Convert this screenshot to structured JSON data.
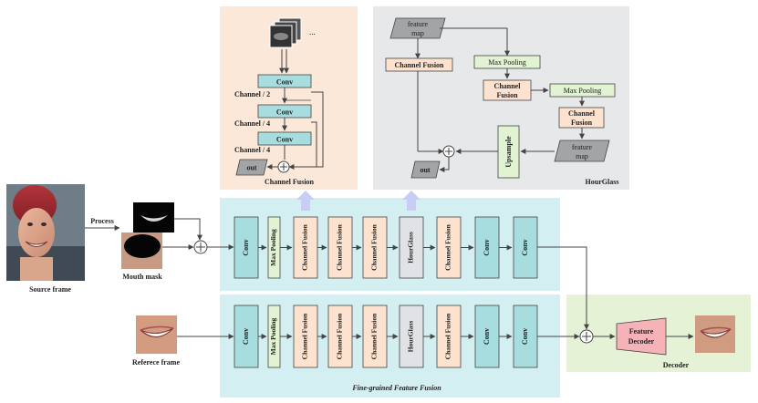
{
  "channel_fusion_panel": {
    "title": "Channel Fusion",
    "ellipsis": "...",
    "conv": "Conv",
    "channel_half": "Channel / 2",
    "channel_quarter_a": "Channel / 4",
    "channel_quarter_b": "Channel / 4",
    "out": "out"
  },
  "hourglass_panel": {
    "title": "HourGlass",
    "feature_map_top": [
      "feature",
      "map"
    ],
    "channel_fusion_left": "Channel Fusion",
    "max_pooling_a": "Max Pooling",
    "channel_fusion_mid": [
      "Channel",
      "Fusion"
    ],
    "max_pooling_b": "Max Pooling",
    "channel_fusion_right": [
      "Channel",
      "Fusion"
    ],
    "feature_map_bottom": [
      "feature",
      "map"
    ],
    "upsample": "Upsample",
    "out": "out"
  },
  "inputs": {
    "process": "Process",
    "source_frame": "Source frame",
    "mouth_mask": "Mouth mask",
    "reference_frame": "Referece frame"
  },
  "fusion": {
    "caption": "Fine-grained Feature Fusion",
    "row_blocks": [
      "Conv",
      "Max Pooling",
      "Channel Fusion",
      "Channel Fusion",
      "Channel Fusion",
      "HourGlass",
      "Channel Fusion",
      "Conv",
      "Conv"
    ]
  },
  "decoder": {
    "title": "Decoder",
    "feature_decoder": [
      "Feature",
      "Decoder"
    ]
  },
  "colors": {
    "peach_panel": "#fbe8d8",
    "gray_panel": "#e7e8ea",
    "cyan_panel": "#d3eff2",
    "green_panel": "#e6f2d6",
    "conv_teal": "#a8dde0",
    "fusion_peach": "#fde3cf",
    "pool_green": "#e2f3d4",
    "hourglass_gray": "#e1e2e5",
    "decoder_pink": "#f6b3b7",
    "arrow_lavender": "#c9cdf5"
  }
}
